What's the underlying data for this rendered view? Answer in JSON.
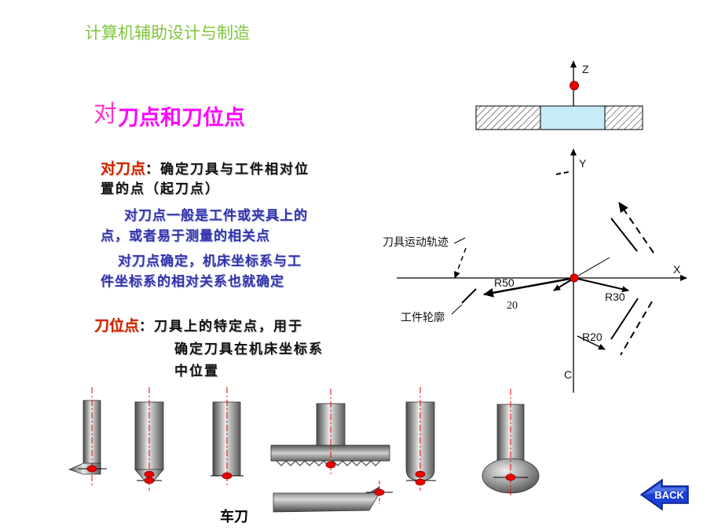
{
  "header": {
    "title": "计算机辅助设计与制造"
  },
  "slide": {
    "title_prefix": "对",
    "title_main": "刀点和刀位点",
    "duidaodian": {
      "term": "对刀点",
      "colon": "：",
      "line1": "确定刀具与工件相对位",
      "line2": "置的点（起刀点）",
      "para2_line1": "对刀点一般是工件或夹具上的",
      "para2_line2": "点，或者易于测量的相关点",
      "para3_line1": "对刀点确定，机床坐标系与工",
      "para3_line2": "件坐标系的相对关系也就确定"
    },
    "daoweidian": {
      "term": "刀位点",
      "colon": "：",
      "line1": "刀具上的特定点，用于",
      "line2": "确定刀具在机床坐标系",
      "line3": "中位置"
    }
  },
  "diagram": {
    "axis_z": "Z",
    "axis_y": "Y",
    "axis_x": "X",
    "axis_c": "C",
    "tool_path_label": "刀具运动轨迹",
    "workpiece_outline_label": "工件轮廓",
    "r50": "R50",
    "value_20": "20",
    "r30": "R30",
    "r20": "R20"
  },
  "tools": {
    "lathe_tool_label": "车刀"
  },
  "nav": {
    "back_label": "BACK"
  },
  "colors": {
    "header": "#7fc63a",
    "title": "#ff00ff",
    "term": "#cc2200",
    "body_blue": "#3333aa",
    "point_red": "#ee0000",
    "back_button": "#1a3fd6"
  }
}
